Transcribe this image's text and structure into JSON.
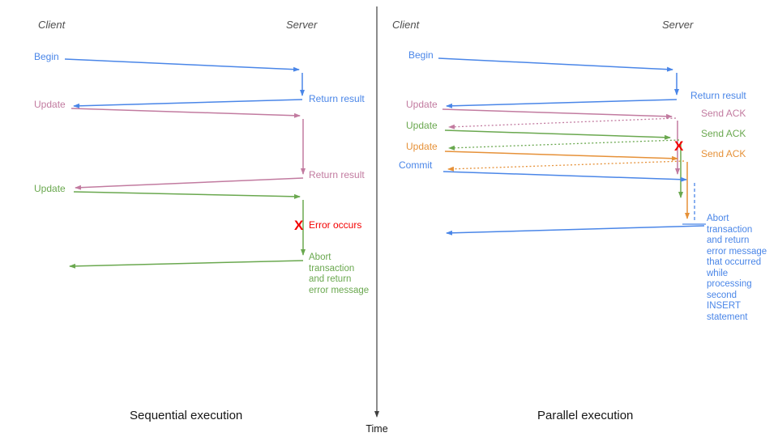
{
  "colors": {
    "blue": "#4a86e8",
    "pink": "#c27ba0",
    "green": "#6aa84f",
    "orange": "#e69138",
    "red": "#f30000",
    "axis": "#404040",
    "head": "#4d4d4d",
    "cap": "#161616"
  },
  "time_axis": {
    "label": "Time"
  },
  "left": {
    "caption": "Sequential execution",
    "client_header": "Client",
    "server_header": "Server",
    "labels": {
      "begin": "Begin",
      "return_result_1": "Return result",
      "update_1": "Update",
      "return_result_2": "Return result",
      "update_2": "Update",
      "error_x": "X",
      "error_occurs": "Error occurs",
      "abort_message": "Abort\ntransaction\nand return\nerror message"
    }
  },
  "right": {
    "caption": "Parallel execution",
    "client_header": "Client",
    "server_header": "Server",
    "labels": {
      "begin": "Begin",
      "return_result": "Return result",
      "update_1": "Update",
      "send_ack_1": "Send ACK",
      "update_2": "Update",
      "send_ack_2": "Send ACK",
      "update_3": "Update",
      "send_ack_3": "Send ACK",
      "commit": "Commit",
      "error_x": "X",
      "abort_message": "Abort\ntransaction\nand return\nerror message\nthat occurred\nwhile\nprocessing\nsecond\nINSERT\nstatement"
    }
  }
}
